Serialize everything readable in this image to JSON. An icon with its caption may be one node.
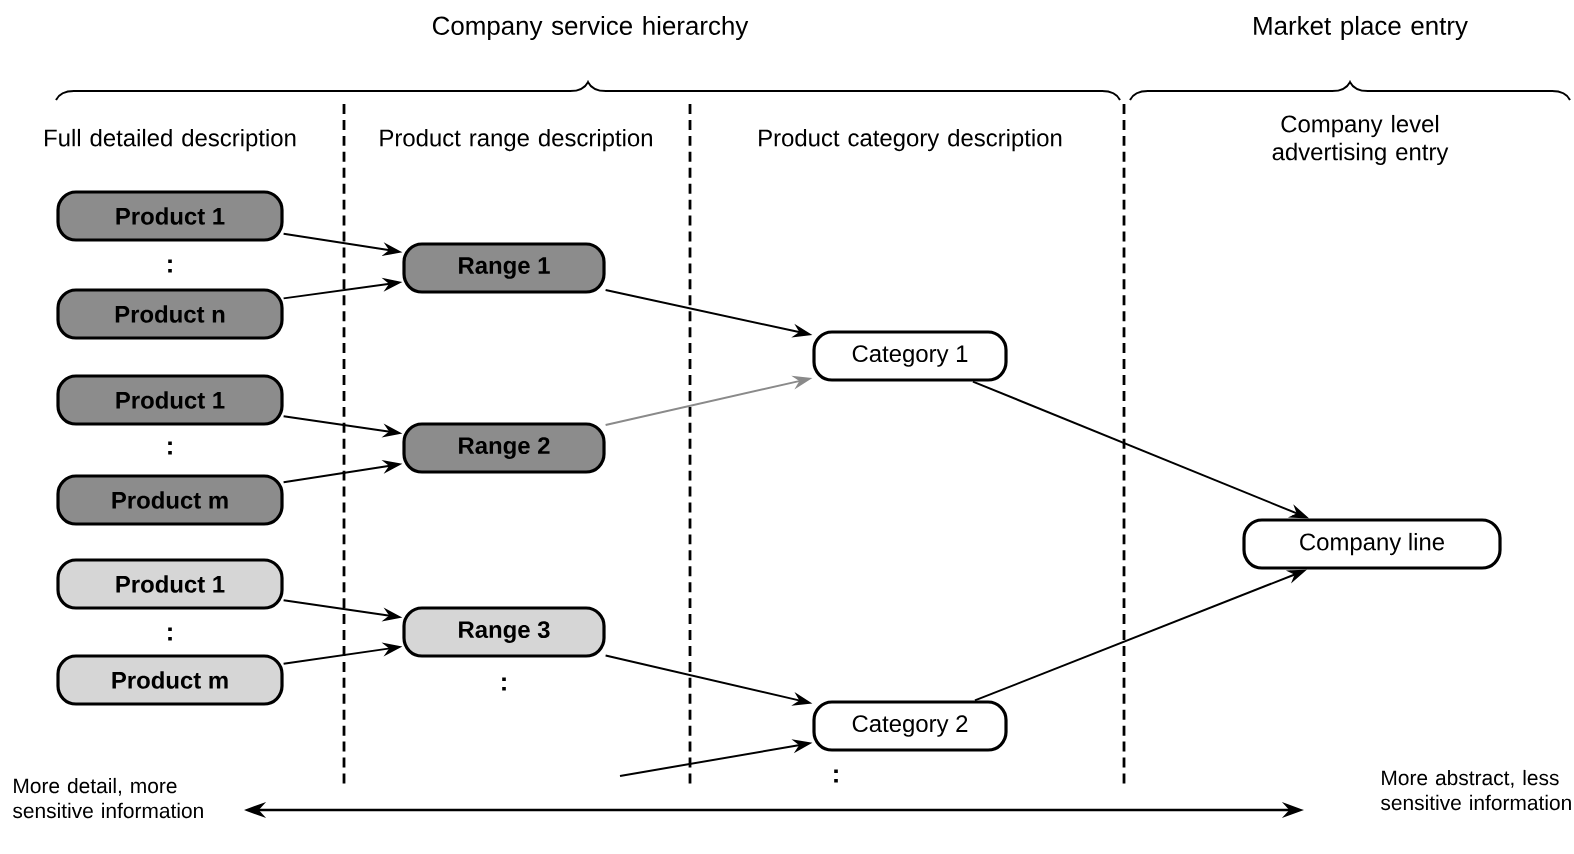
{
  "diagram": {
    "nodes": [
      {
        "text": [
          "Product 1"
        ]
      },
      {
        "text": [
          "Product n"
        ]
      },
      {
        "text": [
          "Product 1"
        ]
      },
      {
        "text": [
          "Product m"
        ]
      },
      {
        "text": [
          "Product 1"
        ]
      },
      {
        "text": [
          "Product m"
        ]
      },
      {
        "text": [
          "Range 1"
        ]
      },
      {
        "text": [
          "Range 2"
        ]
      },
      {
        "text": [
          "Range 3"
        ]
      },
      {
        "text": [
          "Category 1"
        ]
      },
      {
        "text": [
          "Category 2"
        ]
      },
      {
        "text": [
          "Company line"
        ]
      }
    ],
    "edges": [
      {
        "from": 0,
        "to": 6,
        "arrow": "to"
      },
      {
        "from": 1,
        "to": 6,
        "arrow": "to"
      },
      {
        "from": 2,
        "to": 7,
        "arrow": "to"
      },
      {
        "from": 3,
        "to": 7,
        "arrow": "to"
      },
      {
        "from": 4,
        "to": 8,
        "arrow": "to"
      },
      {
        "from": 5,
        "to": 8,
        "arrow": "to"
      },
      {
        "from": 6,
        "to": 9,
        "arrow": "to"
      },
      {
        "from": 7,
        "to": 9,
        "arrow": "to",
        "color": "#8a8a8a"
      },
      {
        "from": 8,
        "to": 10,
        "arrow": "to"
      },
      {
        "from": null,
        "to": 10,
        "arrow": "to"
      },
      {
        "from": 9,
        "to": 11,
        "arrow": "to"
      },
      {
        "from": 10,
        "to": 11,
        "arrow": "to"
      }
    ],
    "labels": [
      "Company service hierarchy",
      "Market place entry",
      "Full detailed description",
      "Product range description",
      "Product category description",
      "Company level advertising entry",
      ":",
      ":",
      ":",
      ":",
      ":",
      "More detail, more sensitive information",
      "More abstract, less sensitive information"
    ]
  }
}
